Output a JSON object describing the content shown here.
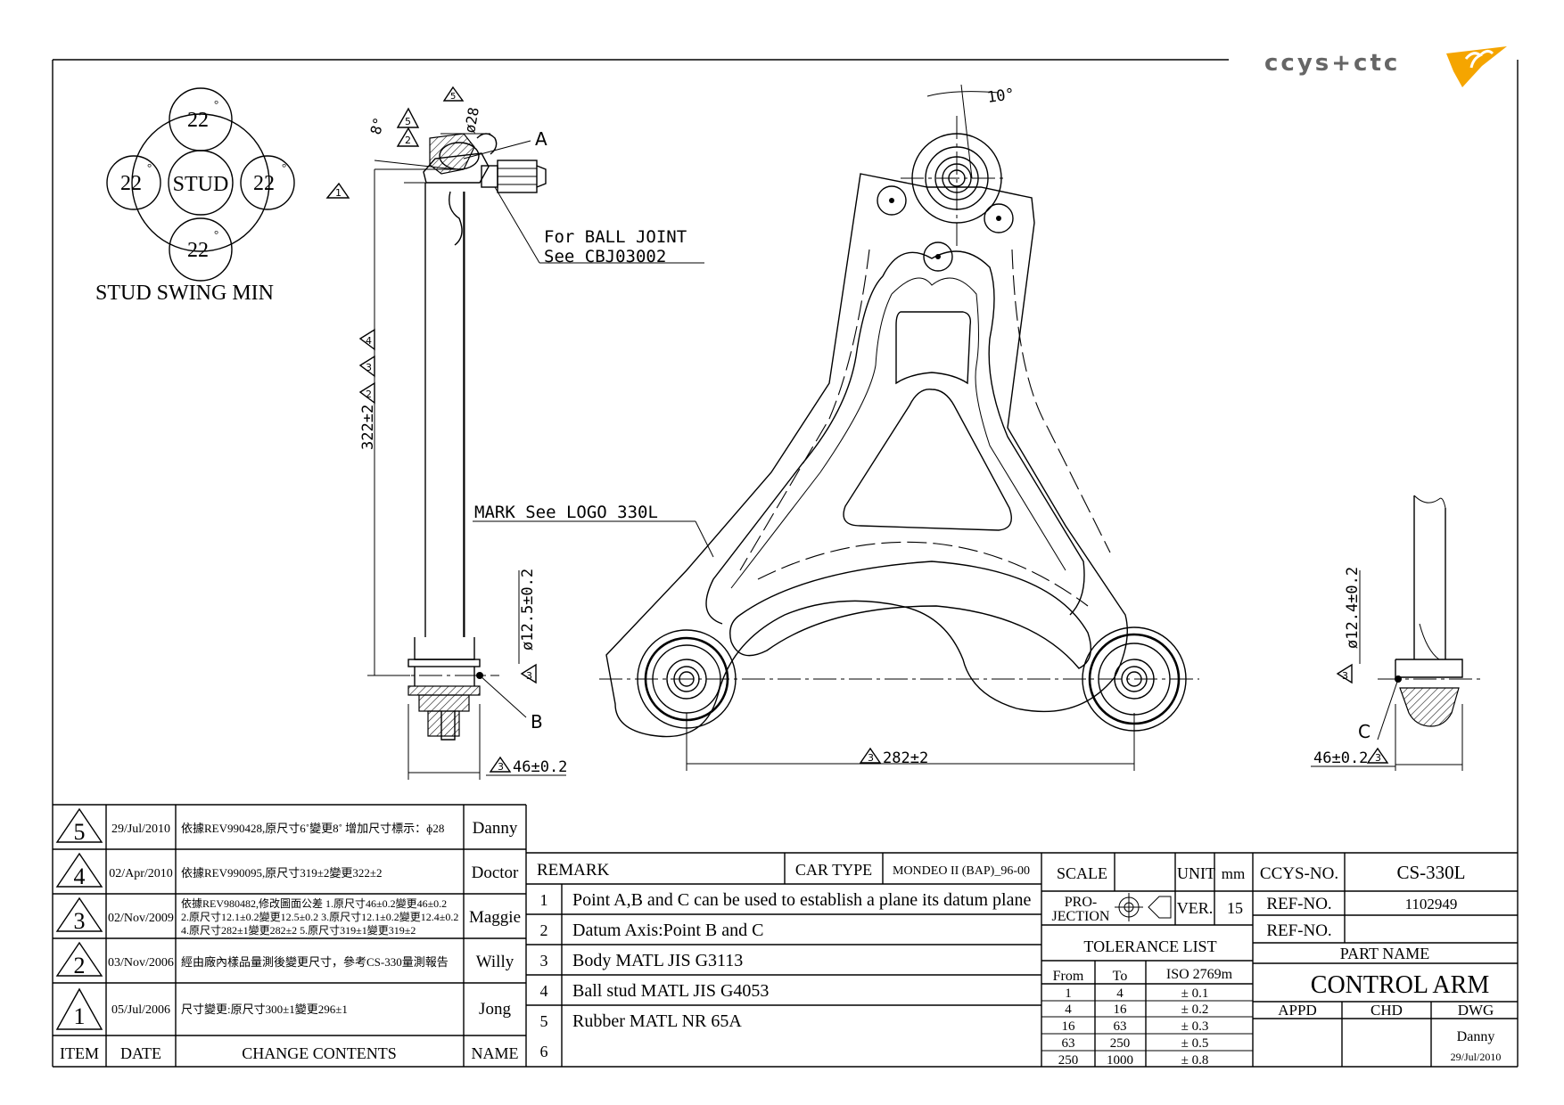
{
  "logo": {
    "text": "ccys+ctc",
    "accent": "#f5a500"
  },
  "swing": {
    "title": "STUD SWING MIN",
    "center": "STUD",
    "top": "22",
    "left": "22",
    "right": "22",
    "bottom": "22",
    "unit": "°"
  },
  "callouts": {
    "for_ball_joint": "For BALL JOINT",
    "see_cbj": "See CBJ03002",
    "mark_logo": "MARK See LOGO 330L",
    "point_a": "A",
    "point_b": "B",
    "point_c": "C",
    "rev_num_1": "1",
    "rev_num_2": "2",
    "rev_num_3": "3",
    "rev_num_4": "4",
    "rev_num_5": "5"
  },
  "dims": {
    "angle_8": "8°",
    "dia_28": "ø28",
    "height_322": "322±2",
    "dia_12_5": "ø12.5±0.2",
    "width_46_left": "46±0.2",
    "span_282": "282±2",
    "angle_10": "10°",
    "dia_12_4": "ø12.4±0.2",
    "width_46_right": "46±0.2"
  },
  "revisions": {
    "headers": {
      "item": "ITEM",
      "date": "DATE",
      "contents": "CHANGE CONTENTS",
      "name": "NAME"
    },
    "rows": [
      {
        "item": "5",
        "date": "29/Jul/2010",
        "contents": [
          "依據REV990428,原尺寸6˚變更8˚ 增加尺寸標示：ɸ28"
        ],
        "name": "Danny"
      },
      {
        "item": "4",
        "date": "02/Apr/2010",
        "contents": [
          "依據REV990095,原尺寸319±2變更322±2"
        ],
        "name": "Doctor"
      },
      {
        "item": "3",
        "date": "02/Nov/2009",
        "contents": [
          "依據REV980482,修改圖面公差 1.原尺寸46±0.2變更46±0.2",
          "2.原尺寸12.1±0.2變更12.5±0.2 3.原尺寸12.1±0.2變更12.4±0.2",
          "4.原尺寸282±1變更282±2 5.原尺寸319±1變更319±2"
        ],
        "name": "Maggie"
      },
      {
        "item": "2",
        "date": "03/Nov/2006",
        "contents": [
          "經由廠內樣品量測後變更尺寸，參考CS-330量測報告"
        ],
        "name": "Willy"
      },
      {
        "item": "1",
        "date": "05/Jul/2006",
        "contents": [
          "尺寸變更:原尺寸300±1變更296±1"
        ],
        "name": "Jong"
      }
    ]
  },
  "remarks": {
    "label": "REMARK",
    "car_type_label": "CAR TYPE",
    "car_type": "MONDEO II (BAP)_96-00",
    "items": [
      {
        "no": "1",
        "text": "Point A,B and C can be used to establish a plane its datum plane"
      },
      {
        "no": "2",
        "text": "Datum Axis:Point B and C"
      },
      {
        "no": "3",
        "text": "Body MATL JIS G3113"
      },
      {
        "no": "4",
        "text": "Ball stud MATL JIS G4053"
      },
      {
        "no": "5",
        "text": "Rubber MATL NR 65A"
      },
      {
        "no": "6",
        "text": ""
      }
    ]
  },
  "titleblock": {
    "scale_label": "SCALE",
    "scale_value": "",
    "unit_label": "UNIT",
    "unit_value": "mm",
    "projection_label_1": "PRO-",
    "projection_label_2": "JECTION",
    "ver_label": "VER.",
    "ver_value": "15",
    "ccys_no_label": "CCYS-NO.",
    "ccys_no": "CS-330L",
    "ref_no_label_1": "REF-NO.",
    "ref_no_1": "1102949",
    "ref_no_label_2": "REF-NO.",
    "ref_no_2": "",
    "part_name_label": "PART NAME",
    "part_name": "CONTROL ARM",
    "appd": "APPD",
    "chd": "CHD",
    "dwg": "DWG",
    "dwg_name": "Danny",
    "dwg_date": "29/Jul/2010"
  },
  "tolerance": {
    "title": "TOLERANCE LIST",
    "headers": {
      "from": "From",
      "to": "To",
      "std": "ISO 2769m"
    },
    "rows": [
      {
        "from": "1",
        "to": "4",
        "tol": "± 0.1"
      },
      {
        "from": "4",
        "to": "16",
        "tol": "± 0.2"
      },
      {
        "from": "16",
        "to": "63",
        "tol": "± 0.3"
      },
      {
        "from": "63",
        "to": "250",
        "tol": "± 0.5"
      },
      {
        "from": "250",
        "to": "1000",
        "tol": "± 0.8"
      }
    ]
  }
}
